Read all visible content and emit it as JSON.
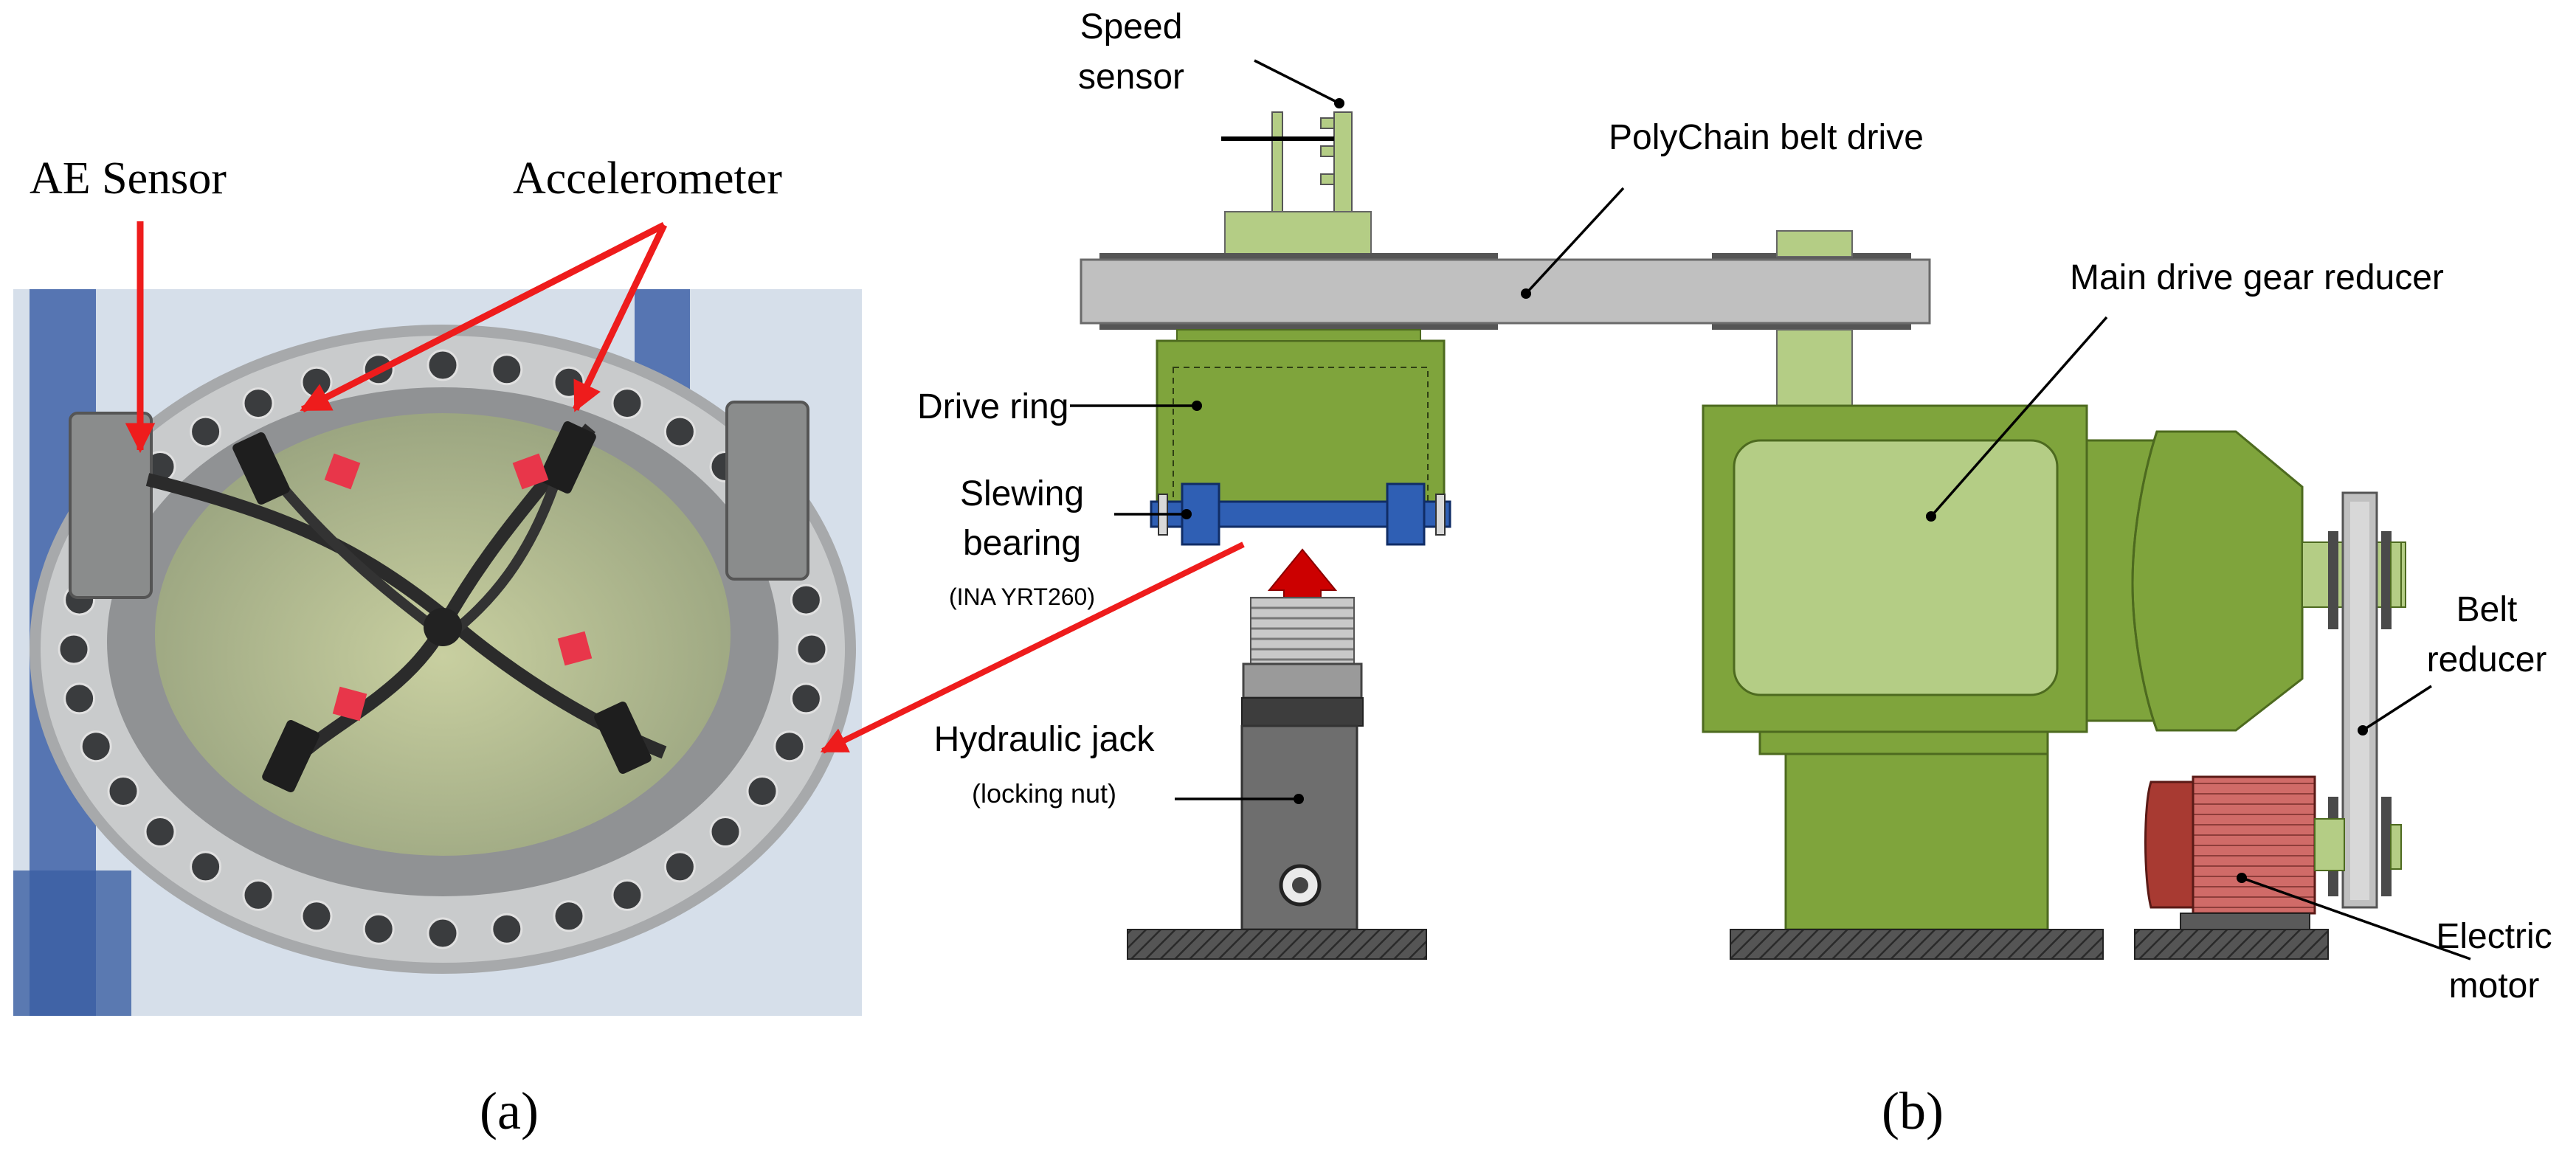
{
  "figure": {
    "panel_a": {
      "caption": "(a)",
      "labels": {
        "ae_sensor": "AE Sensor",
        "accelerometer": "Accelerometer"
      }
    },
    "panel_b": {
      "caption": "(b)",
      "labels": {
        "speed_sensor_line1": "Speed",
        "speed_sensor_line2": "sensor",
        "polychain": "PolyChain belt drive",
        "main_drive": "Main drive gear reducer",
        "drive_ring": "Drive ring",
        "slewing_line1": "Slewing",
        "slewing_line2": "bearing",
        "slewing_model": "(INA YRT260)",
        "hydraulic_jack": "Hydraulic jack",
        "locking_nut": "(locking nut)",
        "belt_reducer_line1": "Belt",
        "belt_reducer_line2": "reducer",
        "electric_motor_line1": "Electric",
        "electric_motor_line2": "motor"
      }
    },
    "colors": {
      "arrow_red": "#ee1c1c",
      "green_dark": "#7fa43c",
      "green_light": "#b4cd85",
      "bearing_blue": "#2f5fb4",
      "jack_gray": "#6e6e6e",
      "belt_gray": "#c0c0c0",
      "motor_red": "#d06b68",
      "motor_cap": "#a83a32",
      "base_dark": "#4a4a4a"
    }
  }
}
